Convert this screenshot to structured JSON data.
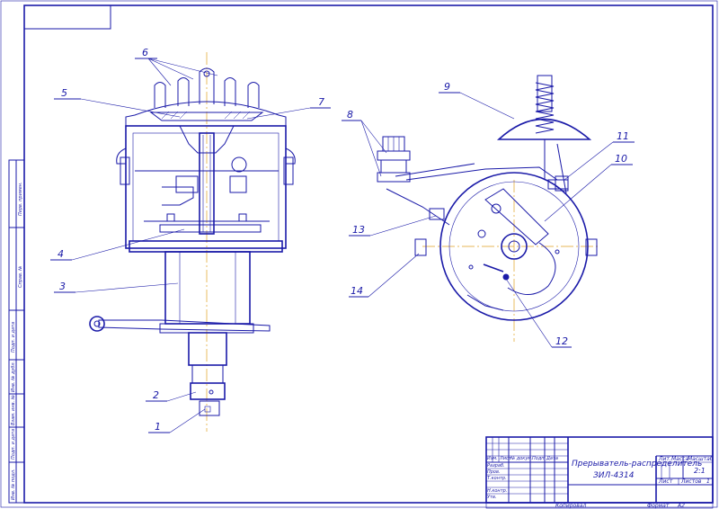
{
  "callouts": {
    "c1": "1",
    "c2": "2",
    "c3": "3",
    "c4": "4",
    "c5": "5",
    "c6": "6",
    "c7": "7",
    "c8": "8",
    "c9": "9",
    "c10": "10",
    "c11": "11",
    "c12": "12",
    "c13": "13",
    "c14": "14"
  },
  "title_block": {
    "title_line1": "Прерыватель-распределитель",
    "title_line2": "ЗИЛ-4314",
    "scale": "2:1",
    "sheet_label": "Лист",
    "sheets_label": "Листов",
    "sheets_count": "1",
    "lit_label": "Лит.",
    "mass_label": "Масса",
    "scale_label": "Масштаб",
    "col_izm": "Изм.",
    "col_list": "Лист",
    "col_doc": "№ докум.",
    "col_sign": "Подп.",
    "col_date": "Дата",
    "razrab": "Разраб.",
    "prov": "Пров.",
    "tkontr": "Т.контр.",
    "nkontr": "Н.контр.",
    "utv": "Утв.",
    "copied": "Копировал",
    "format_label": "Формат",
    "format_value": "A2"
  },
  "side_strip": {
    "s1": "Перв. примен.",
    "s2": "Справ. №",
    "s3": "Подп. и дата",
    "s4": "Инв. № дубл.",
    "s5": "Взам. инв. №",
    "s6": "Подп. и дата",
    "s7": "Инв. № подл."
  }
}
